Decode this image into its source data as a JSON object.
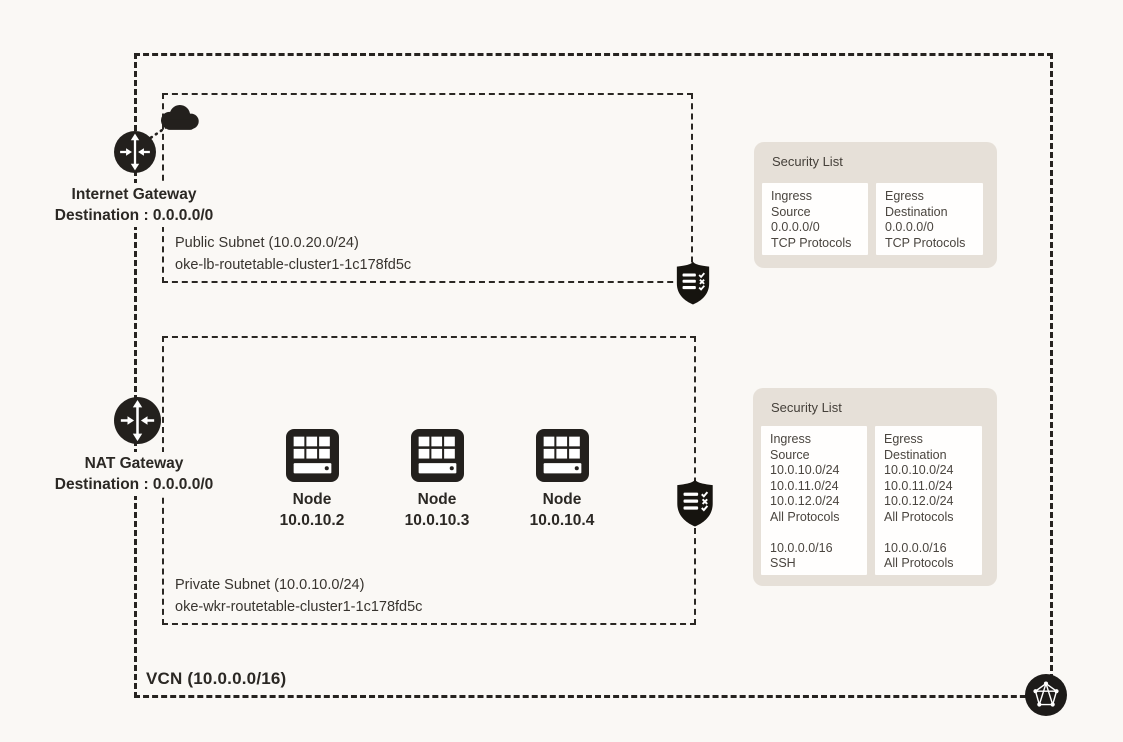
{
  "colors": {
    "background": "#faf8f5",
    "line": "#262320",
    "icon": "#23201d",
    "panel_bg": "#e6e0d8",
    "card_bg": "#fffefd",
    "text_dark": "#2b2824",
    "text_muted": "#4a453f"
  },
  "vcn": {
    "label": "VCN (10.0.0.0/16)"
  },
  "internet_gateway": {
    "name": "Internet Gateway",
    "destination": "Destination : 0.0.0.0/0"
  },
  "nat_gateway": {
    "name": "NAT Gateway",
    "destination": "Destination : 0.0.0.0/0"
  },
  "public_subnet": {
    "title": "Public Subnet (10.0.20.0/24)",
    "route_table": "oke-lb-routetable-cluster1-1c178fd5c"
  },
  "private_subnet": {
    "title": "Private Subnet (10.0.10.0/24)",
    "route_table": "oke-wkr-routetable-cluster1-1c178fd5c"
  },
  "nodes": [
    {
      "label": "Node",
      "ip": "10.0.10.2"
    },
    {
      "label": "Node",
      "ip": "10.0.10.3"
    },
    {
      "label": "Node",
      "ip": "10.0.10.4"
    }
  ],
  "security_lists": [
    {
      "title": "Security List",
      "ingress_lines": [
        "Ingress",
        "Source",
        "0.0.0.0/0",
        "TCP Protocols"
      ],
      "egress_lines": [
        "Egress",
        "Destination",
        "0.0.0.0/0",
        "TCP Protocols"
      ]
    },
    {
      "title": "Security List",
      "ingress_lines": [
        "Ingress",
        "Source",
        "10.0.10.0/24",
        "10.0.11.0/24",
        "10.0.12.0/24",
        "All Protocols",
        "",
        "10.0.0.0/16",
        "SSH"
      ],
      "egress_lines": [
        "Egress",
        "Destination",
        "10.0.10.0/24",
        "10.0.11.0/24",
        "10.0.12.0/24",
        "All Protocols",
        "",
        "10.0.0.0/16",
        "All Protocols"
      ]
    }
  ],
  "icons": {
    "internet_gateway": "gateway-arrows-icon",
    "nat_gateway": "gateway-arrows-icon",
    "cloud": "cloud-icon",
    "security_list": "shield-checklist-icon",
    "node": "server-grid-icon",
    "vcn": "network-mesh-icon"
  }
}
